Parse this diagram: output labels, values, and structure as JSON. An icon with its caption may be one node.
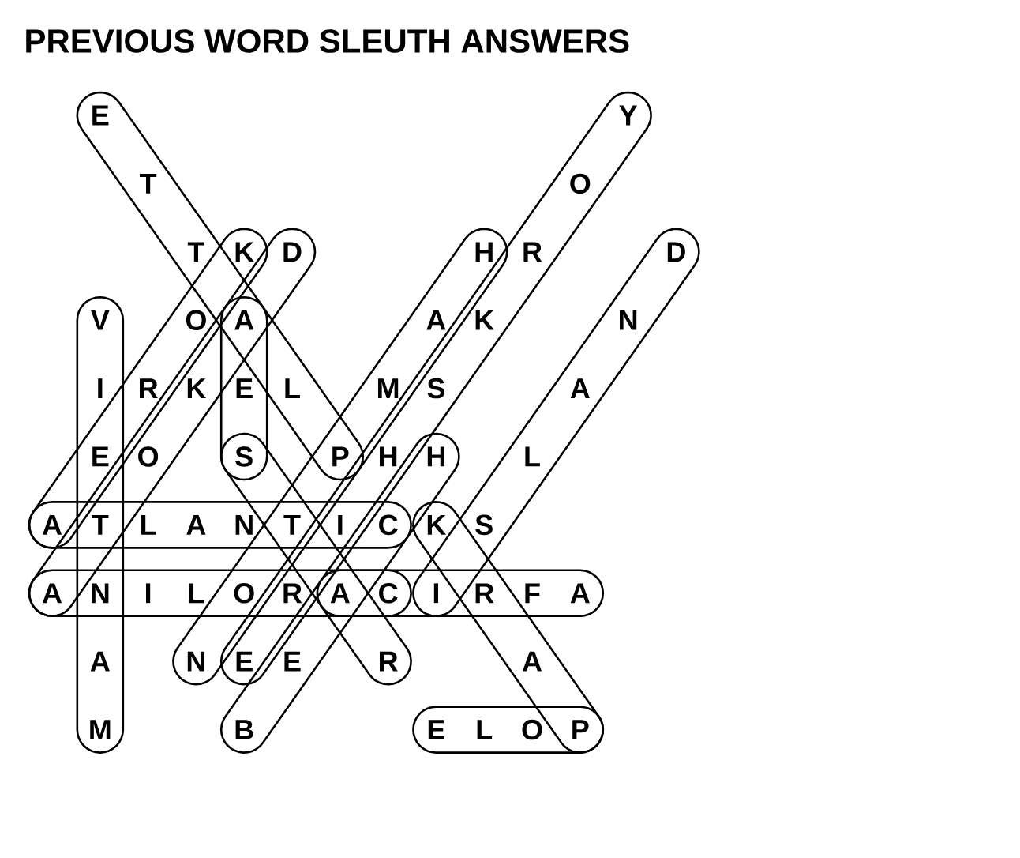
{
  "diagram": {
    "title": "PREVIOUS WORD SLEUTH ANSWERS",
    "labels": [
      "E",
      "Y",
      "T",
      "O",
      "T",
      "K",
      "D",
      "H",
      "R",
      "D",
      "V",
      "O",
      "A",
      "A",
      "K",
      "N",
      "I",
      "R",
      "K",
      "E",
      "L",
      "M",
      "S",
      "A",
      "E",
      "O",
      "S",
      "P",
      "H",
      "H",
      "L",
      "A",
      "T",
      "L",
      "A",
      "N",
      "T",
      "I",
      "C",
      "K",
      "S",
      "A",
      "N",
      "I",
      "L",
      "O",
      "R",
      "A",
      "C",
      "I",
      "R",
      "F",
      "A",
      "A",
      "N",
      "E",
      "E",
      "R",
      "A",
      "M",
      "B",
      "E",
      "L",
      "O",
      "P"
    ]
  }
}
